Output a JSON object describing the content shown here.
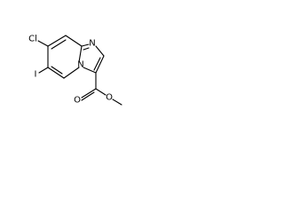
{
  "molecule": {
    "atoms": {
      "cl": "Cl",
      "i": "I",
      "n_ring": "N",
      "n_bridge": "N",
      "o_carbonyl": "O",
      "o_ester": "O"
    }
  }
}
